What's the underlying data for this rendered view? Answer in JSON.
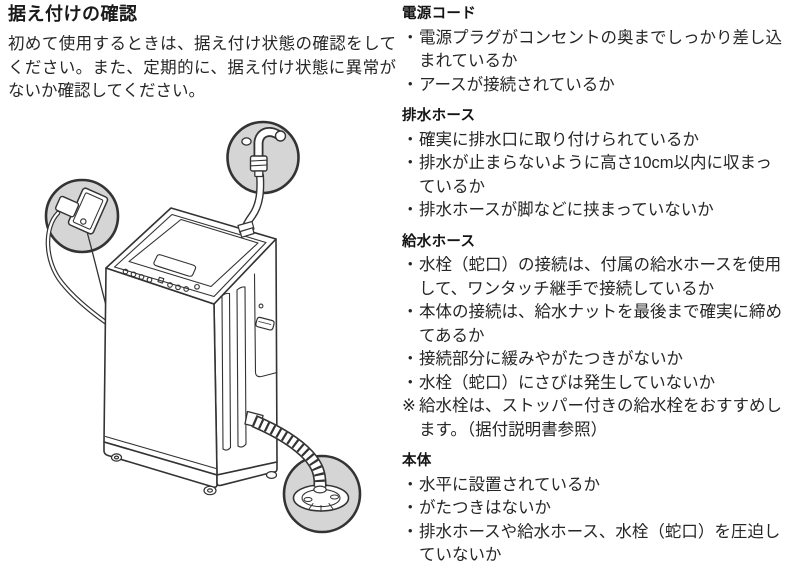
{
  "colors": {
    "ink": "#1f1f1f",
    "line_art": "#333333",
    "callout_fill": "#d5d5d5"
  },
  "left_column": {
    "title": "据え付けの確認",
    "intro": "初めて使用するときは、据え付け状態の確認をしてください。また、定期的に、据え付け状態に異常がないか確認してください。",
    "illustration_icons": [
      {
        "name": "power-plug-outlet-icon"
      },
      {
        "name": "faucet-one-touch-joint-icon"
      },
      {
        "name": "drain-outlet-icon"
      },
      {
        "name": "washing-machine-icon"
      }
    ]
  },
  "checklist": {
    "sections": [
      {
        "heading": "電源コード",
        "items": [
          {
            "marker": "・",
            "text": "電源プラグがコンセントの奥までしっかり差し込まれているか"
          },
          {
            "marker": "・",
            "text": "アースが接続されているか"
          }
        ]
      },
      {
        "heading": "排水ホース",
        "items": [
          {
            "marker": "・",
            "text": "確実に排水口に取り付けられているか"
          },
          {
            "marker": "・",
            "text": "排水が止まらないように高さ10cm以内に収まっているか"
          },
          {
            "marker": "・",
            "text": "排水ホースが脚などに挟まっていないか"
          }
        ]
      },
      {
        "heading": "給水ホース",
        "items": [
          {
            "marker": "・",
            "text": "水栓（蛇口）の接続は、付属の給水ホースを使用して、ワンタッチ継手で接続しているか"
          },
          {
            "marker": "・",
            "text": "本体の接続は、給水ナットを最後まで確実に締めてあるか"
          },
          {
            "marker": "・",
            "text": "接続部分に緩みやがたつきがないか"
          },
          {
            "marker": "・",
            "text": "水栓（蛇口）にさびは発生していないか"
          },
          {
            "marker": "※",
            "text": "給水栓は、ストッパー付きの給水栓をおすすめします。（据付説明書参照）"
          }
        ]
      },
      {
        "heading": "本体",
        "items": [
          {
            "marker": "・",
            "text": "水平に設置されているか"
          },
          {
            "marker": "・",
            "text": "がたつきはないか"
          },
          {
            "marker": "・",
            "text": "排水ホースや給水ホース、水栓（蛇口）を圧迫していないか"
          }
        ]
      }
    ]
  }
}
